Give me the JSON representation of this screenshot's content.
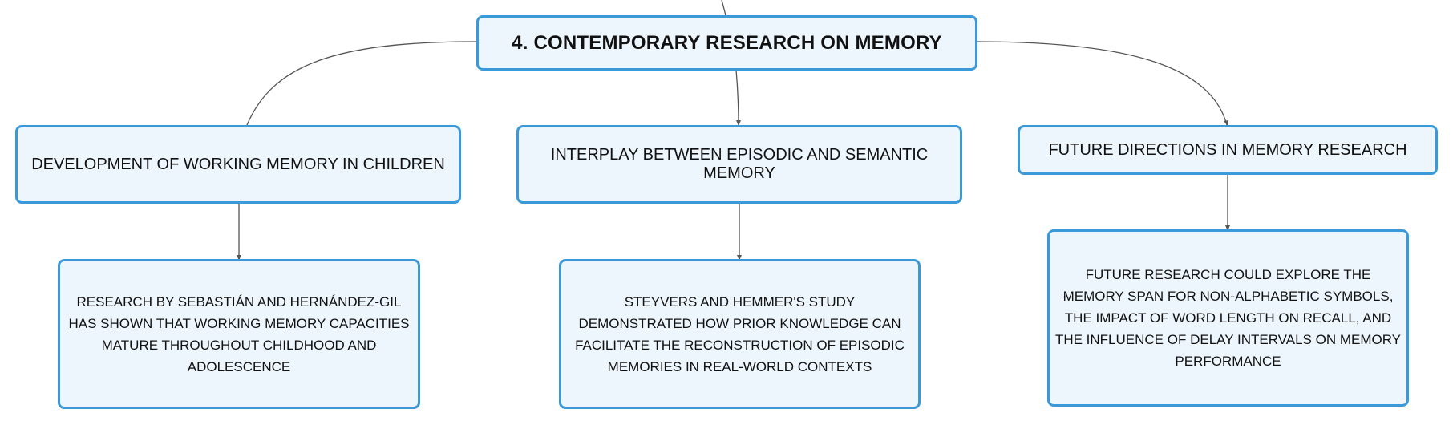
{
  "diagram": {
    "root": {
      "label": "4. CONTEMPORARY RESEARCH ON MEMORY"
    },
    "branches": [
      {
        "label": "DEVELOPMENT OF WORKING MEMORY IN CHILDREN",
        "detail": "RESEARCH BY SEBASTIÁN AND HERNÁNDEZ-GIL HAS SHOWN THAT WORKING MEMORY CAPACITIES MATURE THROUGHOUT CHILDHOOD AND ADOLESCENCE"
      },
      {
        "label": "INTERPLAY BETWEEN EPISODIC AND SEMANTIC MEMORY",
        "detail": "STEYVERS AND HEMMER'S STUDY DEMONSTRATED HOW PRIOR KNOWLEDGE CAN FACILITATE THE RECONSTRUCTION OF EPISODIC MEMORIES IN REAL-WORLD CONTEXTS"
      },
      {
        "label": "FUTURE DIRECTIONS IN MEMORY RESEARCH",
        "detail": "FUTURE RESEARCH COULD EXPLORE THE MEMORY SPAN FOR NON-ALPHABETIC SYMBOLS, THE IMPACT OF WORD LENGTH ON RECALL, AND THE INFLUENCE OF DELAY INTERVALS ON MEMORY PERFORMANCE"
      }
    ],
    "colors": {
      "node_fill": "#eef6fd",
      "node_border": "#3a9ad9",
      "connector": "#555555",
      "text": "#111111"
    }
  }
}
